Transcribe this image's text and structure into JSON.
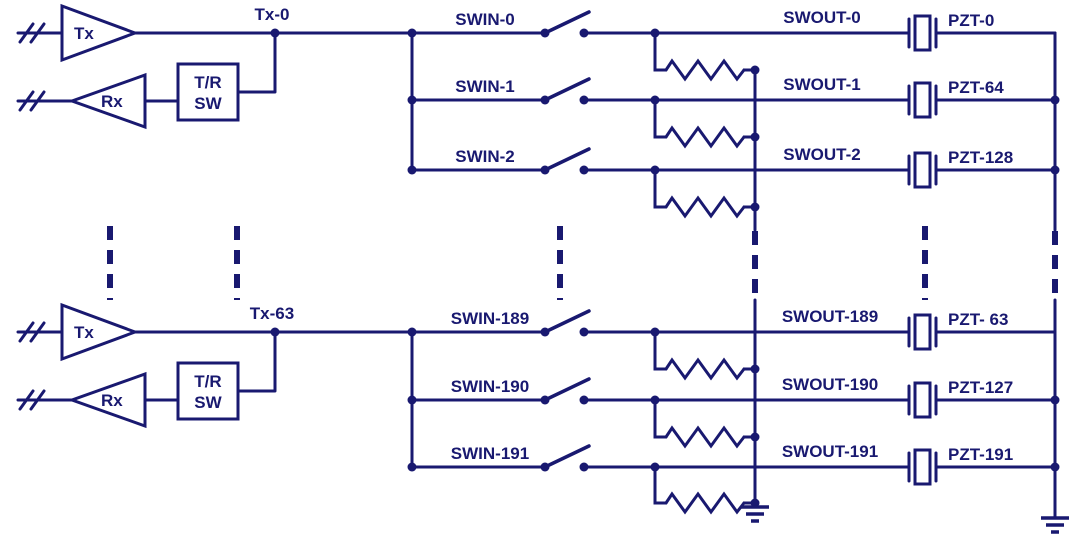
{
  "diagram": {
    "background": "#ffffff",
    "line_color": "#191970",
    "groups": [
      {
        "tx_label": "Tx",
        "rx_label": "Rx",
        "trsw_label_1": "T/R",
        "trsw_label_2": "SW",
        "tx_node_label": "Tx-0",
        "rows": [
          {
            "swin": "SWIN-0",
            "swout": "SWOUT-0",
            "pzt": "PZT-0"
          },
          {
            "swin": "SWIN-1",
            "swout": "SWOUT-1",
            "pzt": "PZT-64"
          },
          {
            "swin": "SWIN-2",
            "swout": "SWOUT-2",
            "pzt": "PZT-128"
          }
        ]
      },
      {
        "tx_label": "Tx",
        "rx_label": "Rx",
        "trsw_label_1": "T/R",
        "trsw_label_2": "SW",
        "tx_node_label": "Tx-63",
        "rows": [
          {
            "swin": "SWIN-189",
            "swout": "SWOUT-189",
            "pzt": "PZT- 63"
          },
          {
            "swin": "SWIN-190",
            "swout": "SWOUT-190",
            "pzt": "PZT-127"
          },
          {
            "swin": "SWIN-191",
            "swout": "SWOUT-191",
            "pzt": "PZT-191"
          }
        ]
      }
    ]
  }
}
